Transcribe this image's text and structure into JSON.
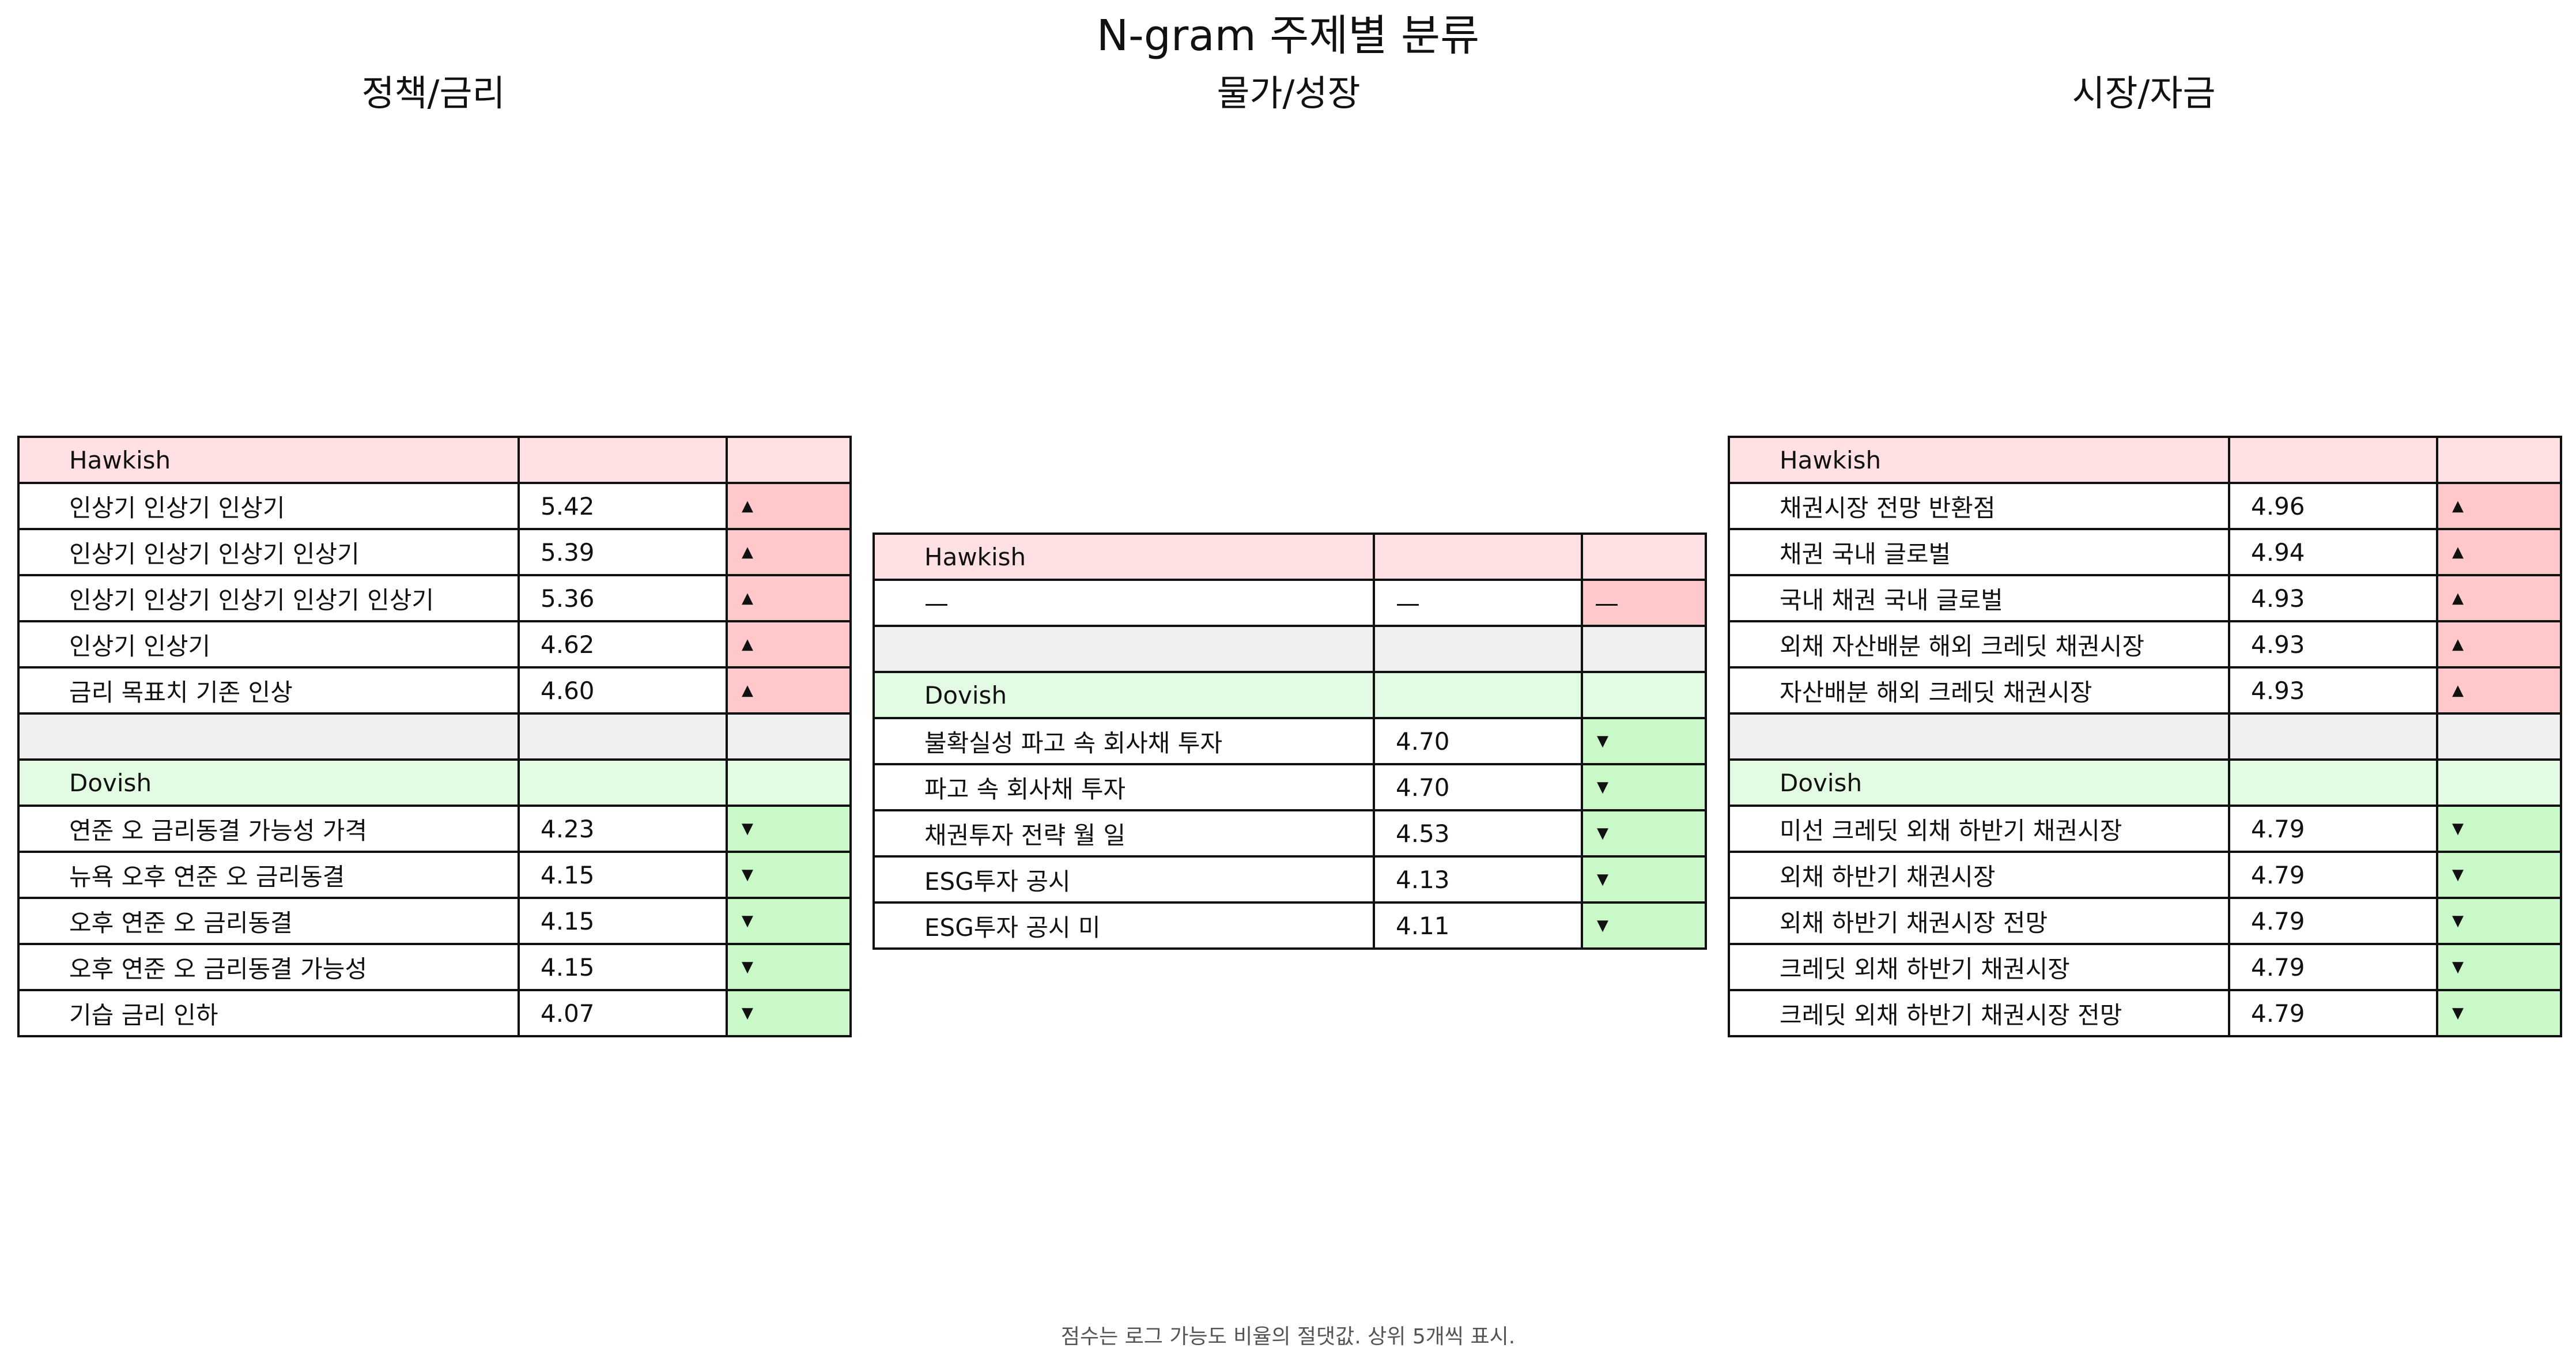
{
  "title": "N-gram 주제별 분류",
  "footnote": "점수는 로그 가능도 비율의 절댓값. 상위 5개씩 표시.",
  "colors": {
    "hawk_header": "#ffe0e3",
    "hawk_arrow": "#ffc8cb",
    "dov_header": "#e2fbe2",
    "dov_arrow": "#c9f8c9",
    "spacer": "#f0f0f0"
  },
  "chart_data": {
    "type": "table",
    "panels": [
      {
        "title": "정책/금리",
        "hawkish_label": "Hawkish",
        "dovish_label": "Dovish",
        "hawkish": [
          {
            "term": "인상기 인상기 인상기",
            "score": "5.42",
            "arrow": "▲"
          },
          {
            "term": "인상기 인상기 인상기 인상기",
            "score": "5.39",
            "arrow": "▲"
          },
          {
            "term": "인상기 인상기 인상기 인상기 인상기",
            "score": "5.36",
            "arrow": "▲"
          },
          {
            "term": "인상기 인상기",
            "score": "4.62",
            "arrow": "▲"
          },
          {
            "term": "금리 목표치 기존 인상",
            "score": "4.60",
            "arrow": "▲"
          }
        ],
        "dovish": [
          {
            "term": "연준 오 금리동결 가능성 가격",
            "score": "4.23",
            "arrow": "▼"
          },
          {
            "term": "뉴욕 오후 연준 오 금리동결",
            "score": "4.15",
            "arrow": "▼"
          },
          {
            "term": "오후 연준 오 금리동결",
            "score": "4.15",
            "arrow": "▼"
          },
          {
            "term": "오후 연준 오 금리동결 가능성",
            "score": "4.15",
            "arrow": "▼"
          },
          {
            "term": "기습 금리 인하",
            "score": "4.07",
            "arrow": "▼"
          }
        ]
      },
      {
        "title": "물가/성장",
        "hawkish_label": "Hawkish",
        "dovish_label": "Dovish",
        "hawkish": [
          {
            "term": "—",
            "score": "—",
            "arrow": "—"
          }
        ],
        "dovish": [
          {
            "term": "불확실성 파고 속 회사채 투자",
            "score": "4.70",
            "arrow": "▼"
          },
          {
            "term": "파고 속 회사채 투자",
            "score": "4.70",
            "arrow": "▼"
          },
          {
            "term": "채권투자 전략 월 일",
            "score": "4.53",
            "arrow": "▼"
          },
          {
            "term": "ESG투자 공시",
            "score": "4.13",
            "arrow": "▼"
          },
          {
            "term": "ESG투자 공시 미",
            "score": "4.11",
            "arrow": "▼"
          }
        ]
      },
      {
        "title": "시장/자금",
        "hawkish_label": "Hawkish",
        "dovish_label": "Dovish",
        "hawkish": [
          {
            "term": "채권시장 전망 반환점",
            "score": "4.96",
            "arrow": "▲"
          },
          {
            "term": "채권 국내 글로벌",
            "score": "4.94",
            "arrow": "▲"
          },
          {
            "term": "국내 채권 국내 글로벌",
            "score": "4.93",
            "arrow": "▲"
          },
          {
            "term": "외채 자산배분 해외 크레딧 채권시장",
            "score": "4.93",
            "arrow": "▲"
          },
          {
            "term": "자산배분 해외 크레딧 채권시장",
            "score": "4.93",
            "arrow": "▲"
          }
        ],
        "dovish": [
          {
            "term": "미선 크레딧 외채 하반기 채권시장",
            "score": "4.79",
            "arrow": "▼"
          },
          {
            "term": "외채 하반기 채권시장",
            "score": "4.79",
            "arrow": "▼"
          },
          {
            "term": "외채 하반기 채권시장 전망",
            "score": "4.79",
            "arrow": "▼"
          },
          {
            "term": "크레딧 외채 하반기 채권시장",
            "score": "4.79",
            "arrow": "▼"
          },
          {
            "term": "크레딧 외채 하반기 채권시장 전망",
            "score": "4.79",
            "arrow": "▼"
          }
        ]
      }
    ]
  }
}
